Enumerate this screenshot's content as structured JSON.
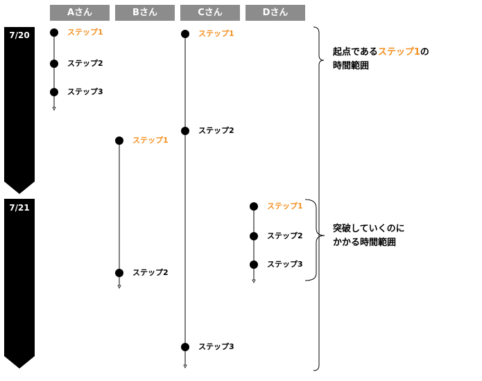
{
  "colors": {
    "header_bg": "#8c8c8c",
    "highlight": "#f39020",
    "date_bar": "#000000"
  },
  "dates": [
    "7/20",
    "7/21"
  ],
  "people": [
    {
      "name": "Aさん",
      "steps": [
        {
          "label": "ステップ1",
          "highlight": true
        },
        {
          "label": "ステップ2",
          "highlight": false
        },
        {
          "label": "ステップ3",
          "highlight": false
        }
      ]
    },
    {
      "name": "Bさん",
      "steps": [
        {
          "label": "ステップ1",
          "highlight": true
        },
        {
          "label": "ステップ2",
          "highlight": false
        }
      ]
    },
    {
      "name": "Cさん",
      "steps": [
        {
          "label": "ステップ1",
          "highlight": true
        },
        {
          "label": "ステップ2",
          "highlight": false
        },
        {
          "label": "ステップ3",
          "highlight": false
        }
      ]
    },
    {
      "name": "Dさん",
      "steps": [
        {
          "label": "ステップ1",
          "highlight": true
        },
        {
          "label": "ステップ2",
          "highlight": false
        },
        {
          "label": "ステップ3",
          "highlight": false
        }
      ]
    }
  ],
  "notes": {
    "first": {
      "pre": "起点である",
      "hi": "ステップ1",
      "post": "の",
      "line2": "時間範囲"
    },
    "second": {
      "line1": "突破していくのに",
      "line2": "かかる時間範囲"
    }
  }
}
